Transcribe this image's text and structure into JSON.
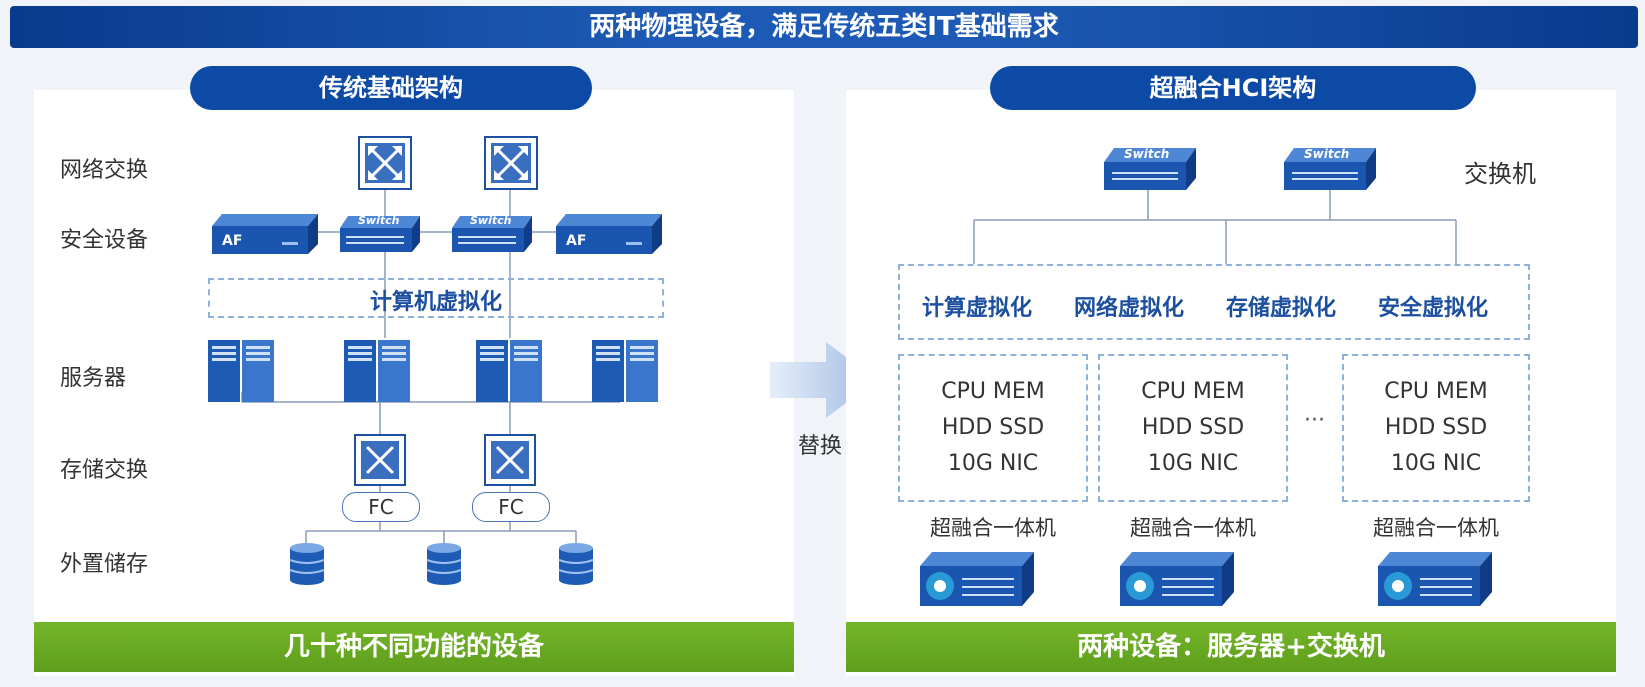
{
  "banner": {
    "title": "两种物理设备，满足传统五类IT基础需求"
  },
  "left": {
    "title": "传统基础架构",
    "rows": [
      "网络交换",
      "安全设备",
      "服务器",
      "存储交换",
      "外置储存"
    ],
    "virtualization_label": "计算机虚拟化",
    "fc_labels": [
      "FC",
      "FC"
    ],
    "af_labels": [
      "AF",
      "AF"
    ],
    "switch_labels": [
      "Switch",
      "Switch"
    ],
    "footer": "几十种不同功能的设备"
  },
  "arrow": {
    "label": "替换"
  },
  "right": {
    "title": "超融合HCI架构",
    "switch_label": "交换机",
    "switch_labels": [
      "Switch",
      "Switch"
    ],
    "virtualization": [
      "计算虚拟化",
      "网络虚拟化",
      "存储虚拟化",
      "安全虚拟化"
    ],
    "nodes": [
      {
        "lines": [
          "CPU MEM",
          "HDD SSD",
          "10G NIC"
        ],
        "caption": "超融合一体机"
      },
      {
        "lines": [
          "CPU MEM",
          "HDD SSD",
          "10G NIC"
        ],
        "caption": "超融合一体机"
      },
      {
        "lines": [
          "CPU MEM",
          "HDD SSD",
          "10G NIC"
        ],
        "caption": "超融合一体机"
      }
    ],
    "ellipsis": "···",
    "footer": "两种设备：服务器+交换机"
  },
  "colors": {
    "primary": "#0d4aa6",
    "green": "#6aab22",
    "dash": "#8fb0d8"
  }
}
